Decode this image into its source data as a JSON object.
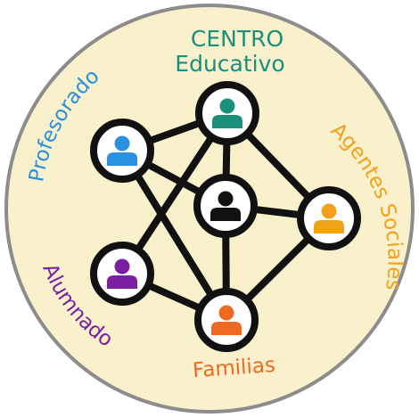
{
  "labels": {
    "centro_line1": "CENTRO",
    "centro_line2": "Educativo",
    "profesorado": "Profesorado",
    "agentes": "Agentes Sociales",
    "alumnado": "Alumnado",
    "familias": "Familias"
  },
  "colors": {
    "background": "#f9f0cc",
    "ring": "#8c8c8c",
    "edge": "#111111",
    "centro": "#1a8f7a",
    "profesorado": "#2a90e0",
    "agentes": "#f2a11a",
    "alumnado": "#7a1fa0",
    "familias": "#ee6a22",
    "center": "#111111"
  },
  "nodes": [
    {
      "id": "centro",
      "icon": "person-icon",
      "color_key": "centro"
    },
    {
      "id": "profesorado",
      "icon": "person-icon",
      "color_key": "profesorado"
    },
    {
      "id": "center",
      "icon": "person-icon",
      "color_key": "center"
    },
    {
      "id": "agentes",
      "icon": "person-icon",
      "color_key": "agentes"
    },
    {
      "id": "alumnado",
      "icon": "person-icon",
      "color_key": "alumnado"
    },
    {
      "id": "familias",
      "icon": "person-icon",
      "color_key": "familias"
    }
  ],
  "edges": [
    [
      "profesorado",
      "centro"
    ],
    [
      "centro",
      "agentes"
    ],
    [
      "centro",
      "center"
    ],
    [
      "centro",
      "alumnado"
    ],
    [
      "profesorado",
      "center"
    ],
    [
      "profesorado",
      "familias"
    ],
    [
      "center",
      "agentes"
    ],
    [
      "center",
      "familias"
    ],
    [
      "alumnado",
      "familias"
    ],
    [
      "familias",
      "agentes"
    ]
  ]
}
